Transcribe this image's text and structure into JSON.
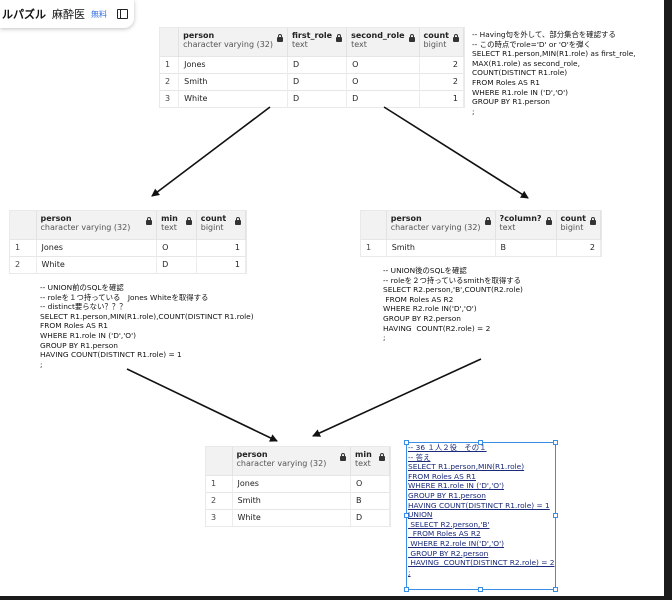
{
  "topbar": {
    "title": "ルパズル",
    "author": "麻酔医",
    "badge": "無料"
  },
  "tables": {
    "top": {
      "columns": [
        {
          "name": "person",
          "type": "character varying (32)"
        },
        {
          "name": "first_role",
          "type": "text"
        },
        {
          "name": "second_role",
          "type": "text"
        },
        {
          "name": "count",
          "type": "bigint"
        }
      ],
      "rows": [
        [
          "1",
          "Jones",
          "D",
          "O",
          "2"
        ],
        [
          "2",
          "Smith",
          "D",
          "O",
          "2"
        ],
        [
          "3",
          "White",
          "D",
          "D",
          "1"
        ]
      ]
    },
    "left": {
      "columns": [
        {
          "name": "person",
          "type": "character varying (32)"
        },
        {
          "name": "min",
          "type": "text"
        },
        {
          "name": "count",
          "type": "bigint"
        }
      ],
      "rows": [
        [
          "1",
          "Jones",
          "O",
          "1"
        ],
        [
          "2",
          "White",
          "D",
          "1"
        ]
      ]
    },
    "right": {
      "columns": [
        {
          "name": "person",
          "type": "character varying (32)"
        },
        {
          "name": "?column?",
          "type": "text"
        },
        {
          "name": "count",
          "type": "bigint"
        }
      ],
      "rows": [
        [
          "1",
          "Smith",
          "B",
          "2"
        ]
      ]
    },
    "bottom": {
      "columns": [
        {
          "name": "person",
          "type": "character varying (32)"
        },
        {
          "name": "min",
          "type": "text"
        }
      ],
      "rows": [
        [
          "1",
          "Jones",
          "O"
        ],
        [
          "2",
          "Smith",
          "B"
        ],
        [
          "3",
          "White",
          "D"
        ]
      ]
    }
  },
  "notes": {
    "top": "-- Having句を外して、部分集合を確認する\n-- この時点でrole='D' or 'O'を弾く\nSELECT R1.person,MIN(R1.role) as first_role,\nMAX(R1.role) as second_role,\nCOUNT(DISTINCT R1.role)\nFROM Roles AS R1\nWHERE R1.role IN ('D','O')\nGROUP BY R1.person\n;",
    "left": "-- UNION前のSQLを確認\n-- roleを１つ持っている　Jones Whiteを取得する\n-- distinct要らない？？？\nSELECT R1.person,MIN(R1.role),COUNT(DISTINCT R1.role)\nFROM Roles AS R1\nWHERE R1.role IN ('D','O')\nGROUP BY R1.person\nHAVING COUNT(DISTINCT R1.role) = 1\n;",
    "right": "-- UNION後のSQLを確認\n-- roleを２つ持っているsmithを取得する\nSELECT R2.person,'B',COUNT(R2.role)\n FROM Roles AS R2\nWHERE R2.role IN('D','O')\nGROUP BY R2.person\nHAVING  COUNT(R2.role) = 2\n;",
    "answer": "-- 36 １人２役　その１\n-- 答え\nSELECT R1.person,MIN(R1.role)\nFROM Roles AS R1\nWHERE R1.role IN ('D','O')\nGROUP BY R1.person\nHAVING COUNT(DISTINCT R1.role) = 1\nUNION\n SELECT R2.person,'B'\n  FROM Roles AS R2\n WHERE R2.role IN('D','O')\n GROUP BY R2.person\n HAVING  COUNT(DISTINCT R2.role) = 2\n;"
  }
}
